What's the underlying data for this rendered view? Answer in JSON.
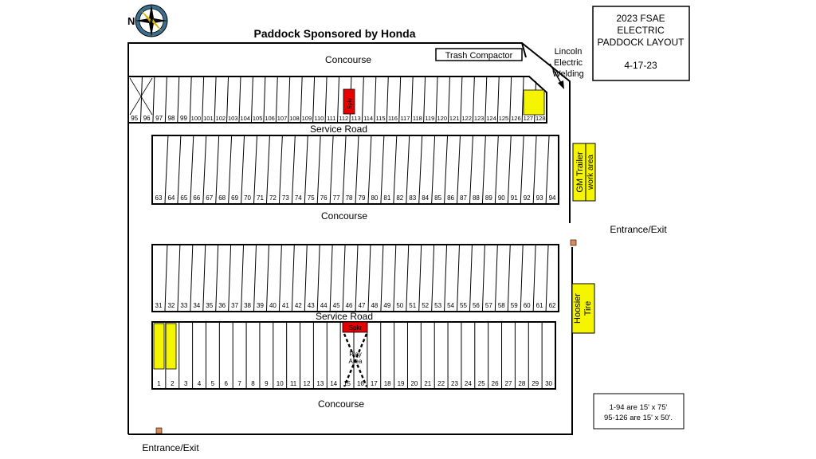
{
  "title": "Paddock Sponsored by Honda",
  "title_box": {
    "line1": "2023 FSAE",
    "line2": "ELECTRIC",
    "line3": "PADDOCK LAYOUT",
    "date": "4-17-23"
  },
  "compass": {
    "label": "N"
  },
  "labels": {
    "concourse_top": "Concourse",
    "concourse_mid": "Concourse",
    "concourse_bottom": "Concourse",
    "service_road_top": "Service Road",
    "service_road_bottom": "Service Road",
    "trash_compactor": "Trash Compactor",
    "lincoln_1": "Lincoln",
    "lincoln_2": "Electric",
    "lincoln_3": "Welding",
    "entrance_right": "Entrance/Exit",
    "entrance_bottom": "Entrance/Exit",
    "gm_1": "GM Trailer",
    "gm_2": "work area",
    "hoosier_1": "Hoosier",
    "hoosier_2": "Tire",
    "spkr_top": "Spkr",
    "spkr_bottom": "Spkr",
    "play_1": "Play",
    "play_2": "Area"
  },
  "notes": {
    "line1": "1-94 are 15' x 75'",
    "line2": "95-126 are 15' x 50'."
  },
  "rows": {
    "row1": {
      "start": 95,
      "end": 128
    },
    "row2": {
      "start": 63,
      "end": 94
    },
    "row3": {
      "start": 31,
      "end": 62
    },
    "row4": {
      "start": 1,
      "end": 30
    }
  },
  "highlights": {
    "yellow": [
      "126",
      "1",
      "2"
    ],
    "red": [
      "112"
    ]
  },
  "colors": {
    "yellow": "#f5f500",
    "red": "#e60000",
    "orange": "#d98c5a",
    "line": "#000000"
  }
}
